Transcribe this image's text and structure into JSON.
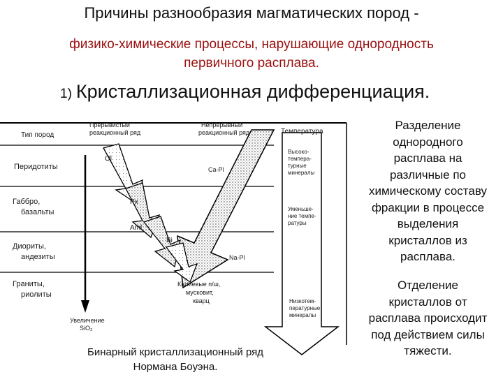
{
  "slide": {
    "title": "Причины разнообразия магматических пород -",
    "subtitle_line1": "физико-химические процессы, нарушающие однородность",
    "subtitle_line2": "первичного расплава.",
    "heading_number": "1)",
    "heading_text": "Кристаллизационная дифференциация."
  },
  "diagram": {
    "col_rock_type": "Тип пород",
    "col_discontinuous_1": "Прерывистый",
    "col_discontinuous_2": "реакционный ряд",
    "col_continuous_1": "Непрерывный",
    "col_continuous_2": "реакционный ряд",
    "col_temperature": "Температура",
    "rock_peridotite": "Перидотиты",
    "rock_gabbro_1": "Габбро,",
    "rock_gabbro_2": "базальты",
    "rock_diorite_1": "Диориты,",
    "rock_diorite_2": "андезиты",
    "rock_granite_1": "Граниты,",
    "rock_granite_2": "риолиты",
    "sio2_1": "Увеличение",
    "sio2_2": "SiO₂",
    "mineral_ol": "Ol",
    "mineral_px": "Px",
    "mineral_aml": "Aml",
    "mineral_bi": "Bi",
    "mineral_capl": "Ca-Pl",
    "mineral_napl": "Na-Pl",
    "final_1": "Калиевые п/ш,",
    "final_2": "мусковит,",
    "final_3": "кварц",
    "temp_high": [
      "Высоко-",
      "темпера-",
      "турные",
      "минералы"
    ],
    "temp_mid": [
      "Уменьше-",
      "ние темпе-",
      "ратуры"
    ],
    "temp_low": [
      "Низкотем-",
      "пературные",
      "минералы"
    ],
    "caption_1": "Бинарный кристаллизационный ряд",
    "caption_2": "Нормана Боуэна."
  },
  "right_panel": {
    "text_1": [
      "Разделение",
      "однородного",
      "расплава на",
      "различные по",
      "химическому составу",
      "фракции в процессе",
      "выделения",
      "кристаллов из",
      "расплава."
    ],
    "text_2": [
      "Отделение",
      "кристаллов от",
      "расплава происходит",
      "под действием силы",
      "тяжести."
    ]
  }
}
